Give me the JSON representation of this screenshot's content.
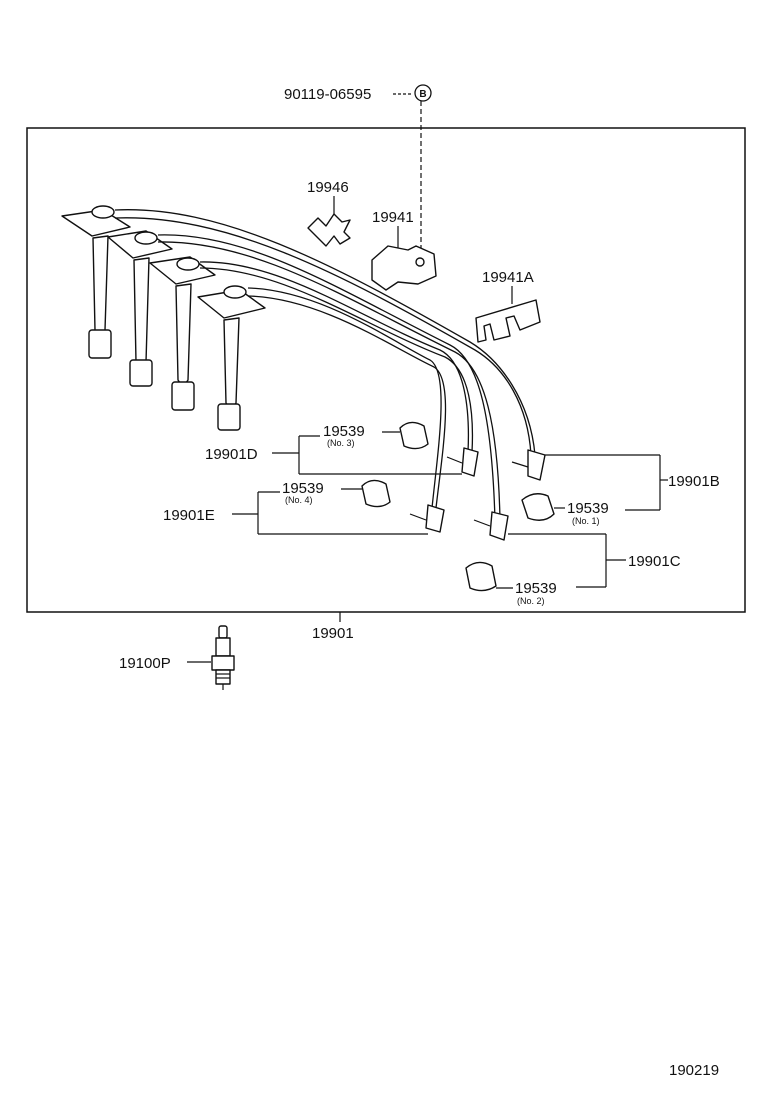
{
  "bolt_part_no": "90119-06595",
  "bolt_marker": "B",
  "set_part_no": "19901",
  "spark_plug_part_no": "19100P",
  "clamp_a_part_no": "19946",
  "clamp_b_part_no": "19941",
  "clamp_c_part_no": "19941A",
  "cords": [
    {
      "part_no": "19901B",
      "boot_part_no": "19539",
      "boot_note": "(No. 1)"
    },
    {
      "part_no": "19901C",
      "boot_part_no": "19539",
      "boot_note": "(No. 2)"
    },
    {
      "part_no": "19901D",
      "boot_part_no": "19539",
      "boot_note": "(No. 3)"
    },
    {
      "part_no": "19901E",
      "boot_part_no": "19539",
      "boot_note": "(No. 4)"
    }
  ],
  "figure_number": "190219"
}
